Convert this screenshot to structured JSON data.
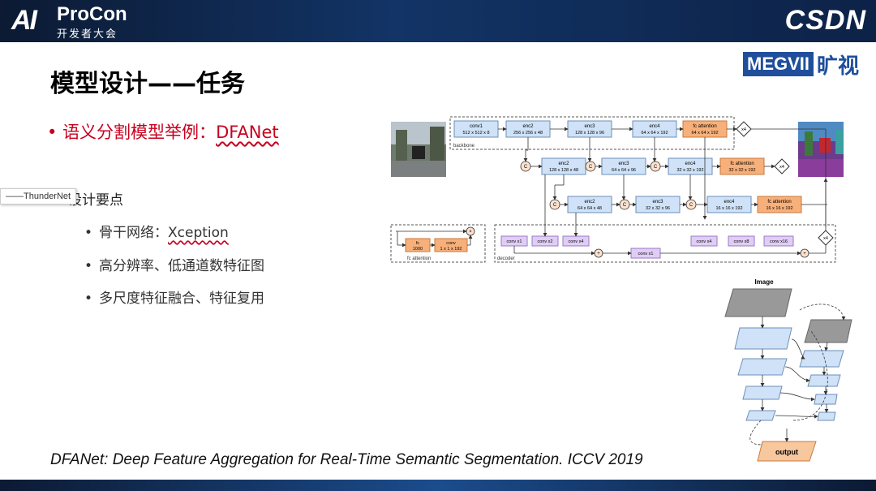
{
  "header": {
    "logo_ai": "AI",
    "logo_procon": "ProCon",
    "logo_sub": "开发者大会",
    "csdn": "CSDN"
  },
  "megvii": {
    "brand": "MEGVII",
    "cn": "旷视"
  },
  "slide": {
    "title": "模型设计——任务",
    "bullet1_prefix": "语义分割模型举例：",
    "bullet1_link": "DFANet",
    "tooltip": "——ThunderNet",
    "design_points": "设计要点",
    "items": [
      {
        "prefix": "骨干网络：",
        "link": "Xception"
      },
      {
        "prefix": "高分辨率、低通道数特征图",
        "link": ""
      },
      {
        "prefix": "多尺度特征融合、特征复用",
        "link": ""
      }
    ],
    "reference": "DFANet: Deep Feature Aggregation for Real-Time Semantic Segmentation. ICCV 2019"
  },
  "diagram": {
    "backbone_label": "backbone",
    "decoder_label": "decoder",
    "fc_label": "fc attention",
    "row1": [
      {
        "name": "conv1",
        "size": "512 x 512 x 8"
      },
      {
        "name": "enc2",
        "size": "256 x 256 x 48"
      },
      {
        "name": "enc3",
        "size": "128 x 128 x 96"
      },
      {
        "name": "enc4",
        "size": "64 x 64 x 192"
      },
      {
        "name": "fc attention",
        "size": "64 x 64 x 192"
      }
    ],
    "row2": [
      {
        "name": "enc2",
        "size": "128 x 128 x 48"
      },
      {
        "name": "enc3",
        "size": "64 x 64 x 96"
      },
      {
        "name": "enc4",
        "size": "32 x 32 x 192"
      },
      {
        "name": "fc attention",
        "size": "32 x 32 x 192"
      }
    ],
    "row3": [
      {
        "name": "enc2",
        "size": "64 x 64 x 48"
      },
      {
        "name": "enc3",
        "size": "32 x 32 x 96"
      },
      {
        "name": "enc4",
        "size": "16 x 16 x 192"
      },
      {
        "name": "fc attention",
        "size": "16 x 16 x 192"
      }
    ],
    "decoder": [
      "conv x1",
      "conv x2",
      "conv x4",
      "conv x4",
      "conv x8",
      "conv x16",
      "conv x1"
    ],
    "fc_block": [
      {
        "name": "fc",
        "size": "1000"
      },
      {
        "name": "conv",
        "size": "1 x 1 x 192"
      }
    ],
    "ops": {
      "concat": "C",
      "upsample4": "x4",
      "mult": "×",
      "add": "+"
    },
    "pyramid_top": "Image",
    "pyramid_bottom": "output"
  }
}
